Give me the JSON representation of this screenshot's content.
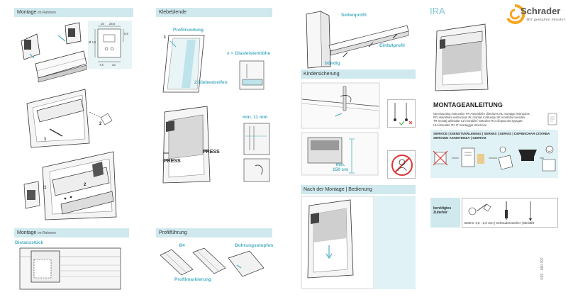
{
  "col1": {
    "header1": {
      "title": "Montage",
      "sub": "im Rahmen"
    },
    "header2": {
      "title": "Montage",
      "sub": "im Rahmen"
    },
    "dims": [
      "15",
      "25,5",
      "6,5",
      "Ø 4,5",
      "7,5",
      "23"
    ],
    "step_numbers": [
      "1",
      "2",
      "1",
      "2"
    ],
    "distanz_label": "Distanzstück"
  },
  "col2": {
    "header1": "Klebeblende",
    "header2": "Profilführung",
    "labels": {
      "profilrundung": "Profilrundung",
      "glasleiste": "x = Glasleistenhöhe",
      "klebestreifen": "2 Klebestreifen",
      "min11": "min. 11 mm",
      "press1": "PRESS",
      "press2": "PRESS",
      "d4": "Ø4",
      "bohrungsstopfen": "Bohrungsstopfen",
      "profilmarkierung": "Profilmarkierung",
      "x": "x",
      "step1": "1"
    }
  },
  "col3": {
    "labels": {
      "seitenprofil": "Seitenprofil",
      "einfallprofil": "Einfallprofil",
      "buendig": "bündig"
    },
    "header_kinder": "Kindersicherung",
    "min150": [
      "min.",
      "150 cm"
    ],
    "header_nach": "Nach der Montage | Bedienung"
  },
  "col4": {
    "model": "IRA",
    "brand": "Schrader",
    "tagline": "Wir gestalten Fenster",
    "title": "MONTAGEANLEITUNG",
    "langs": [
      "GB Mounting instruction FR Assemblée directives NL montage instructies",
      "RO asamblare instrucțiuni PL montaż instrukcje SK montáža návodila",
      "TR montaj talimatlar CZ montážní instrukce RU сборка инструкции",
      "HU útmutató ITA IT montaggio istruzione"
    ],
    "service_lines": [
      "SERVICE | DIENSTVERLENING | SERWIS | SERVIS | СЕРВИСНАЯ СЛУЖБА",
      "SERVIZIO ASSISTENZA | SZERVIZ"
    ],
    "accessory_label": [
      "benötigtes",
      "Zubehör"
    ],
    "accessory_text": "Bohrer 1,5 - 2,0 mm | Schraubenzieher | Bleistift",
    "code": "©35 · 980 397"
  },
  "colors": {
    "accent": "#4bb0c2",
    "header_bg": "#cfe9ee",
    "panel_bg": "#e0f2f5",
    "brand_orange": "#f5a623"
  }
}
